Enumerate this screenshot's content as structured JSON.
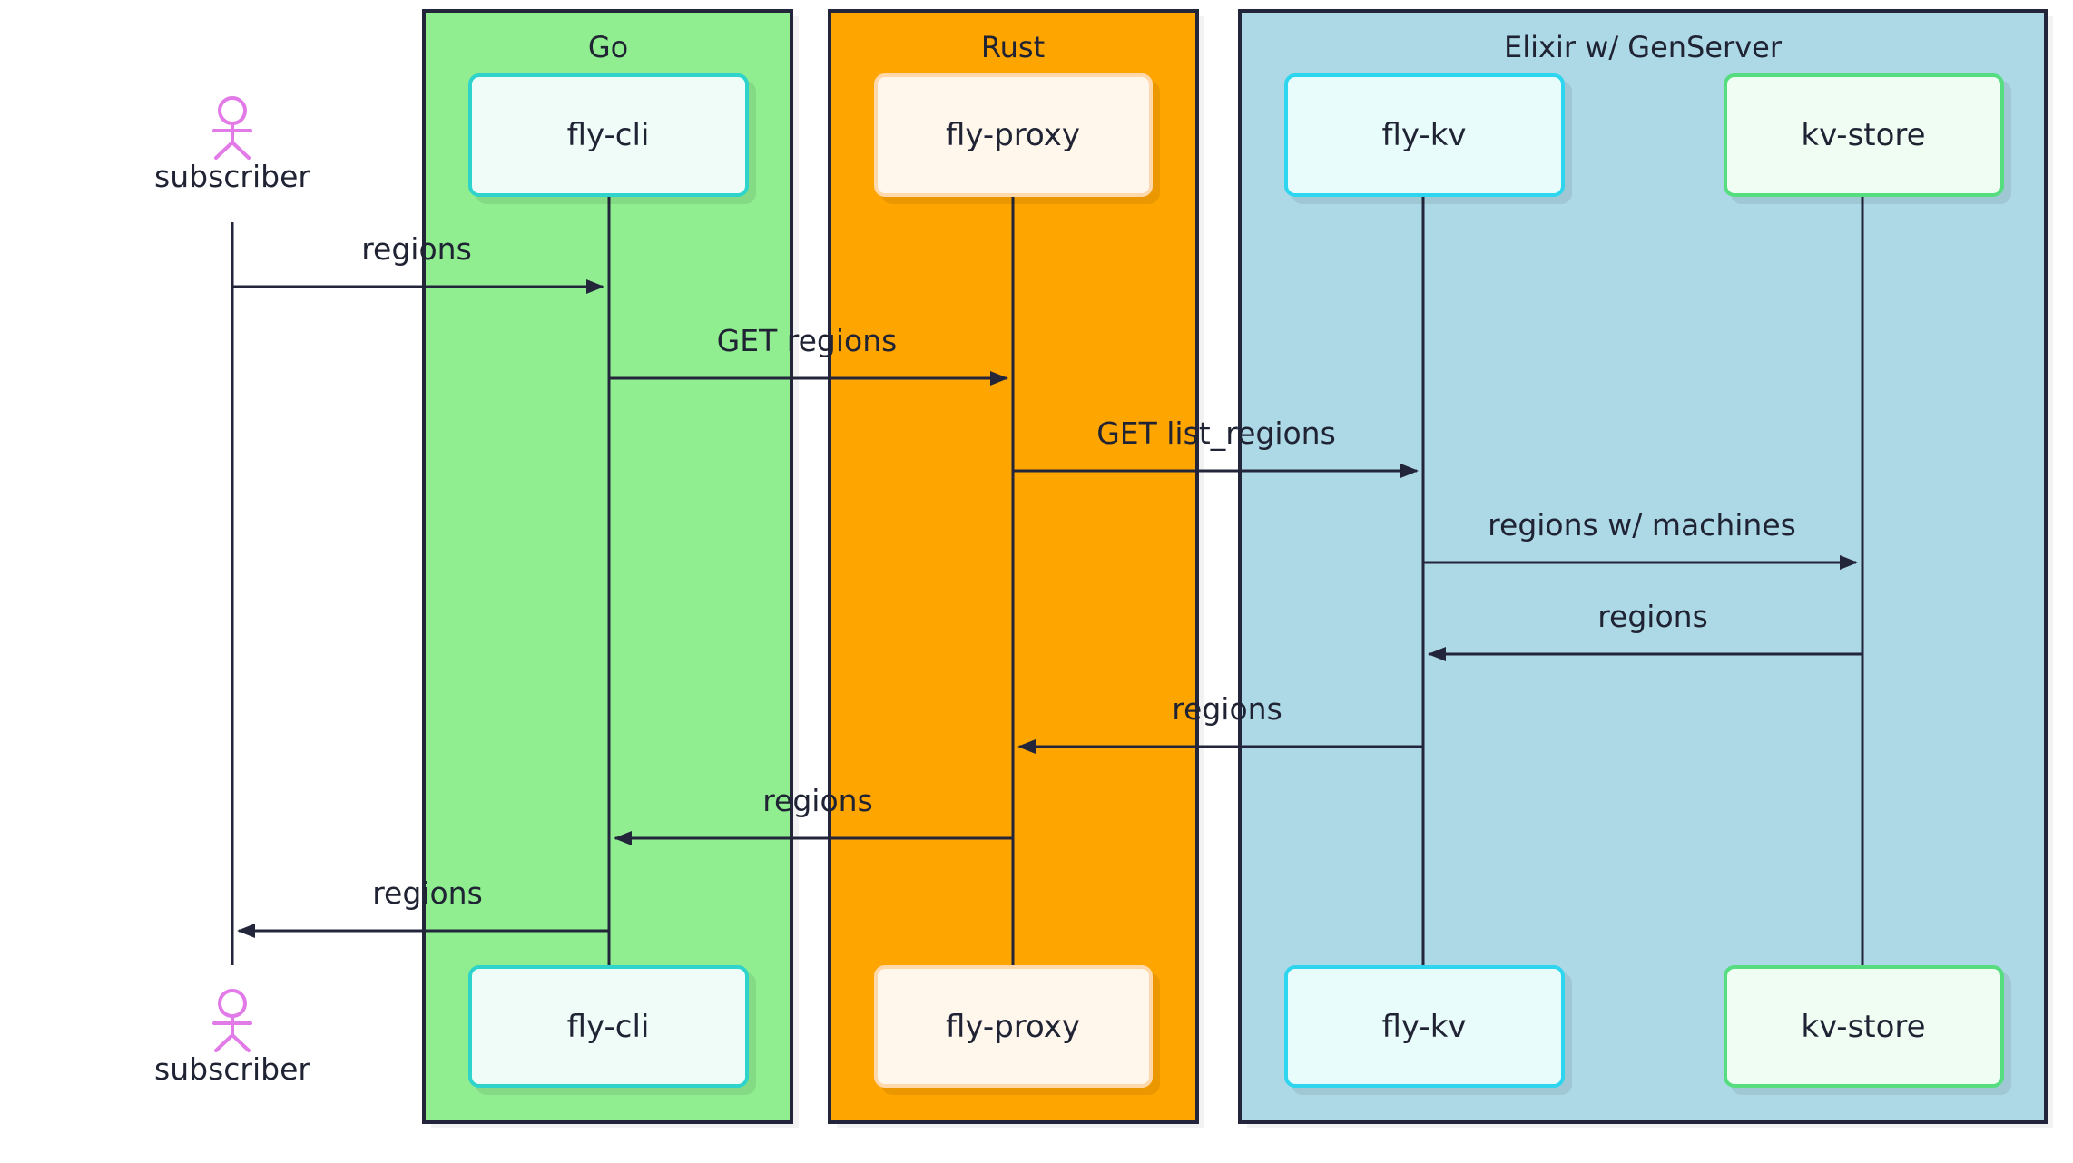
{
  "groups": [
    {
      "id": "go",
      "label": "Go",
      "color": "#90ee90"
    },
    {
      "id": "rust",
      "label": "Rust",
      "color": "#ffa500"
    },
    {
      "id": "elixir",
      "label": "Elixir w/ GenServer",
      "color": "#add8e6"
    }
  ],
  "actor": {
    "label": "subscriber",
    "color": "#e27ae8"
  },
  "participants": [
    {
      "id": "fly-cli",
      "label": "fly-cli",
      "fill": "#effcf8",
      "stroke": "#2ed3cc"
    },
    {
      "id": "fly-proxy",
      "label": "fly-proxy",
      "fill": "#fff6ec",
      "stroke": "#ffd9ab"
    },
    {
      "id": "fly-kv",
      "label": "fly-kv",
      "fill": "#e8fcfc",
      "stroke": "#2ed5ee"
    },
    {
      "id": "kv-store",
      "label": "kv-store",
      "fill": "#effdf2",
      "stroke": "#55dd80"
    }
  ],
  "messages": [
    {
      "from": "subscriber",
      "to": "fly-cli",
      "label": "regions"
    },
    {
      "from": "fly-cli",
      "to": "fly-proxy",
      "label": "GET regions"
    },
    {
      "from": "fly-proxy",
      "to": "fly-kv",
      "label": "GET list_regions"
    },
    {
      "from": "fly-kv",
      "to": "kv-store",
      "label": "regions w/ machines"
    },
    {
      "from": "kv-store",
      "to": "fly-kv",
      "label": "regions"
    },
    {
      "from": "fly-kv",
      "to": "fly-proxy",
      "label": "regions"
    },
    {
      "from": "fly-proxy",
      "to": "fly-cli",
      "label": "regions"
    },
    {
      "from": "fly-cli",
      "to": "subscriber",
      "label": "regions"
    }
  ],
  "colors": {
    "line": "#23253a",
    "text": "#1f2333"
  }
}
